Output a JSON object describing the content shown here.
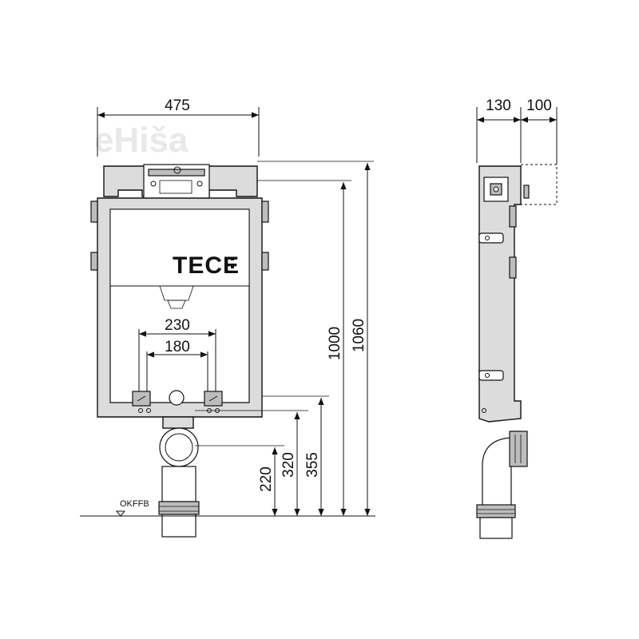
{
  "watermark": "eHiša",
  "brand": "TECE",
  "floor_label": "OKFFB",
  "front_view": {
    "width_dim": "475",
    "outer_spacing_dim": "230",
    "inner_spacing_dim": "180",
    "heights": [
      "1060",
      "1000",
      "355",
      "320",
      "220"
    ]
  },
  "side_view": {
    "depth_dim": "130",
    "extra_dim": "100"
  },
  "colors": {
    "line": "#111111",
    "frame": "#dcdcdc",
    "watermark": "#e9e9e9"
  }
}
